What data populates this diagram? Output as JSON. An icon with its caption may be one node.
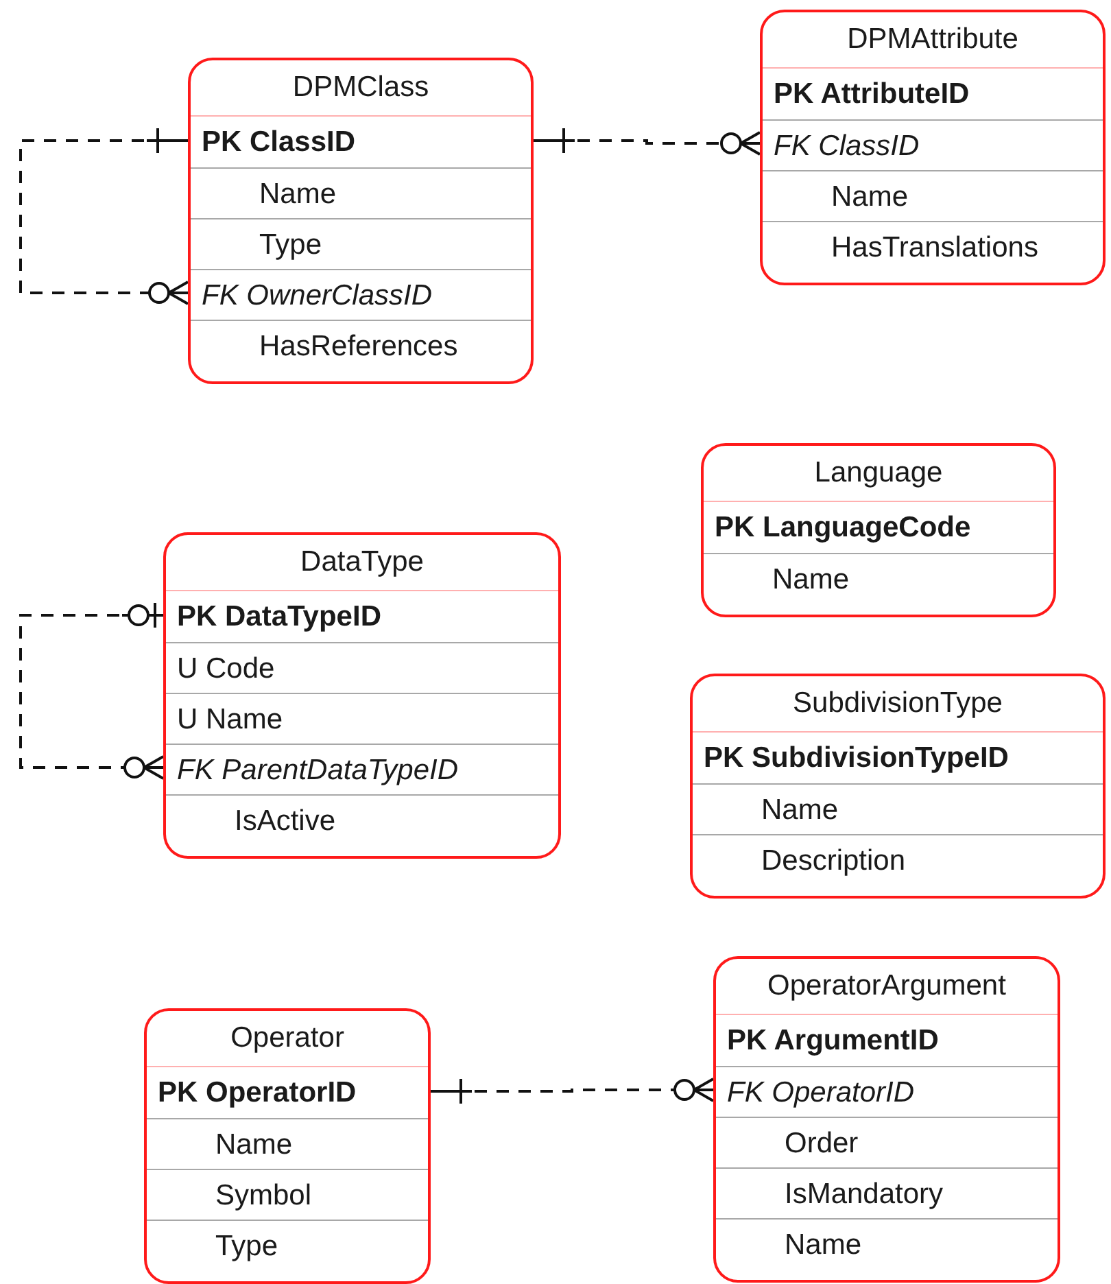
{
  "diagram": {
    "nodes": [
      {
        "text": [
          "DPMClass",
          "**PK ClassID**",
          "Name",
          "Type",
          "*FK OwnerClassID*",
          "HasReferences"
        ]
      },
      {
        "text": [
          "DPMAttribute",
          "**PK AttributeID**",
          "*FK ClassID*",
          "Name",
          "HasTranslations"
        ]
      },
      {
        "text": [
          "Language",
          "**PK LanguageCode**",
          "Name"
        ]
      },
      {
        "text": [
          "DataType",
          "**PK DataTypeID**",
          "U Code",
          "U Name",
          "*FK ParentDataTypeID*",
          "IsActive"
        ]
      },
      {
        "text": [
          "SubdivisionType",
          "**PK SubdivisionTypeID**",
          "Name",
          "Description"
        ]
      },
      {
        "text": [
          "Operator",
          "**PK OperatorID**",
          "Name",
          "Symbol",
          "Type"
        ]
      },
      {
        "text": [
          "OperatorArgument",
          "**PK ArgumentID**",
          "*FK OperatorID*",
          "Order",
          "IsMandatory",
          "Name"
        ]
      }
    ],
    "edges": [
      {
        "from": 0,
        "to": 0,
        "arrow": "other",
        "style": "dashed"
      },
      {
        "from": 0,
        "to": 1,
        "arrow": "other",
        "style": "dashed"
      },
      {
        "from": 3,
        "to": 3,
        "arrow": "other",
        "style": "dashed"
      },
      {
        "from": 5,
        "to": 6,
        "arrow": "other",
        "style": "dashed"
      }
    ]
  }
}
